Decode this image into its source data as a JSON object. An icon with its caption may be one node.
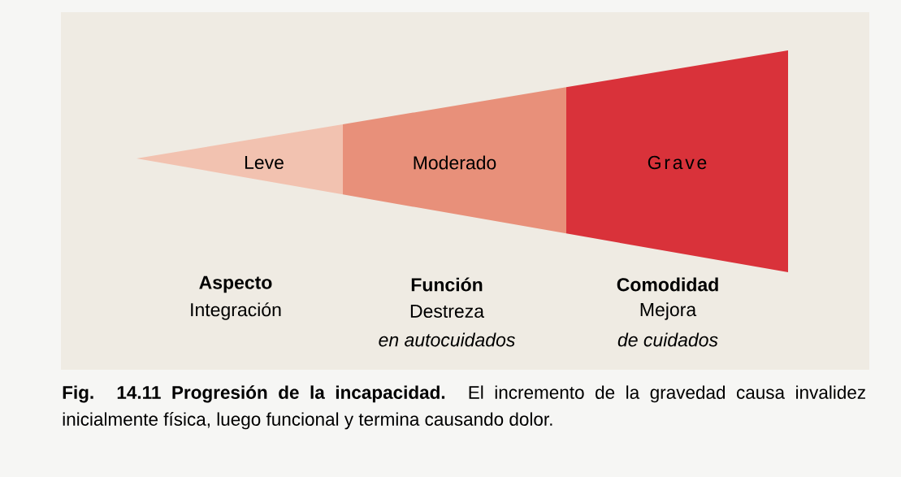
{
  "diagram": {
    "caption": "**Fig. 14.11 Progresión de la incapacidad.** El incremento de la gravedad causa invalidez inicialmente física, luego funcional y termina causando dolor.",
    "nodes": [
      {
        "text": [
          "Leve"
        ]
      },
      {
        "text": [
          "Moderado"
        ]
      },
      {
        "text": [
          "Grave"
        ]
      }
    ],
    "labels": [
      "Aspecto",
      "Integración",
      "Función",
      "Destreza",
      "en autocuidados",
      "Comodidad",
      "Mejora",
      "de cuidados"
    ]
  }
}
